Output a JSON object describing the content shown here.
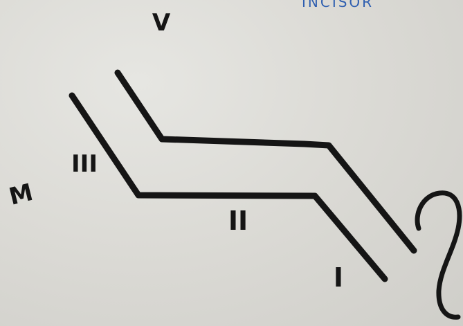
{
  "labels": {
    "v": "V",
    "m": "M",
    "three": "III",
    "two": "II",
    "one": "I",
    "corner_blue_text": "INCISOR"
  },
  "colors": {
    "paper": "#dcdbd6",
    "ink": "#151515",
    "blue_ink": "#2f5fb0"
  }
}
